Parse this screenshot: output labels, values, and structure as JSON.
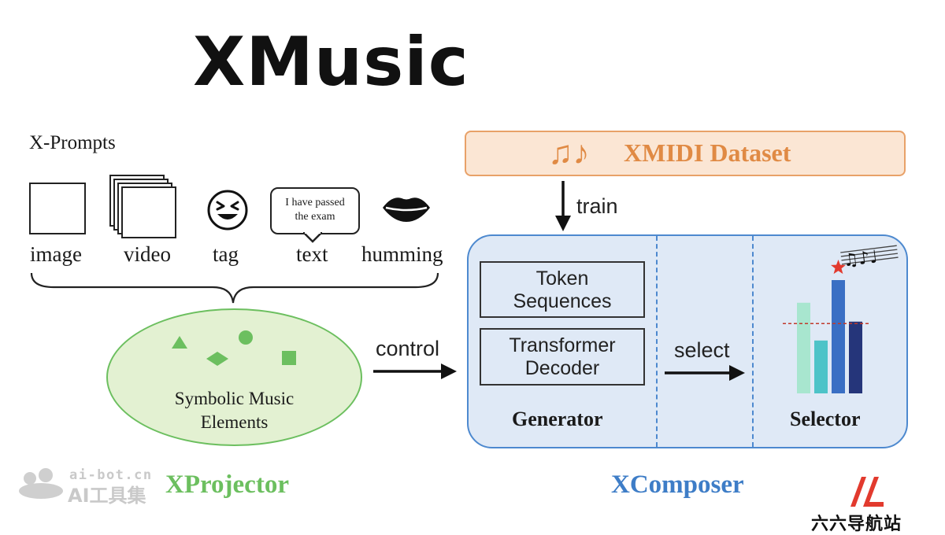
{
  "title": "XMusic",
  "x_prompts": {
    "heading": "X-Prompts",
    "items": [
      {
        "label": "image",
        "icon": "image-icon"
      },
      {
        "label": "video",
        "icon": "video-frames-icon"
      },
      {
        "label": "tag",
        "icon": "grinning-face-icon"
      },
      {
        "label": "text",
        "icon": "speech-bubble-icon",
        "bubble_lines": [
          "I have passed",
          "the exam"
        ]
      },
      {
        "label": "humming",
        "icon": "lips-icon"
      }
    ]
  },
  "xprojector": {
    "ellipse_lines": [
      "Symbolic Music",
      "Elements"
    ],
    "label": "XProjector",
    "color": "#6cbf5f",
    "fill": "#e3f1d2"
  },
  "arrows": {
    "control": "control",
    "train": "train",
    "select": "select"
  },
  "dataset": {
    "label": "XMIDI Dataset",
    "icon": "music-notes-icon",
    "notes_glyph": "♫♪",
    "color": "#e08a44",
    "fill": "#fbe6d4"
  },
  "xcomposer": {
    "label": "XComposer",
    "color": "#3e7dc7",
    "fill": "#dfe9f6",
    "generator": {
      "boxes": [
        {
          "lines": [
            "Token",
            "Sequences"
          ]
        },
        {
          "lines": [
            "Transformer",
            "Decoder"
          ]
        }
      ],
      "label": "Generator"
    },
    "selector": {
      "label": "Selector",
      "bar_levels": [
        0.48,
        0.28,
        0.6,
        0.38
      ],
      "bar_colors": [
        "#a8e6cf",
        "#4dc3c8",
        "#3a6fc4",
        "#25357a"
      ],
      "threshold_level": 0.37,
      "best_index": 2
    }
  },
  "watermarks": {
    "site": "ai-bot.cn",
    "name": "AI工具集",
    "nav_name": "六六导航站"
  }
}
